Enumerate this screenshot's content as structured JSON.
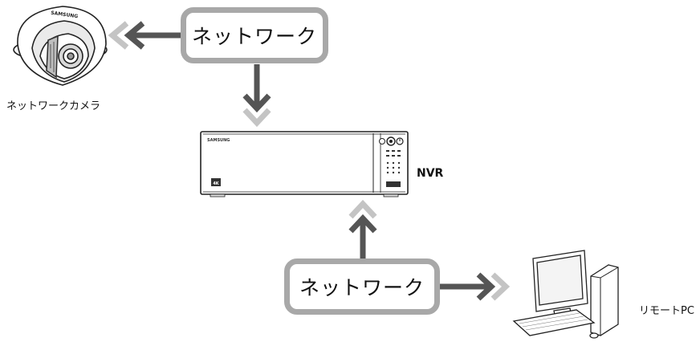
{
  "diagram": {
    "network_top": "ネットワーク",
    "network_bottom": "ネットワーク",
    "camera_label": "ネットワークカメラ",
    "nvr_label": "NVR",
    "pc_label": "リモートPC",
    "camera_brand": "SAMSUNG",
    "nvr_brand": "SAMSUNG",
    "nvr_badge": "4K"
  },
  "colors": {
    "box_border": "#a8a8a8",
    "arrow_dark": "#555555",
    "arrow_light": "#c4c4c4",
    "device_line": "#222222"
  }
}
